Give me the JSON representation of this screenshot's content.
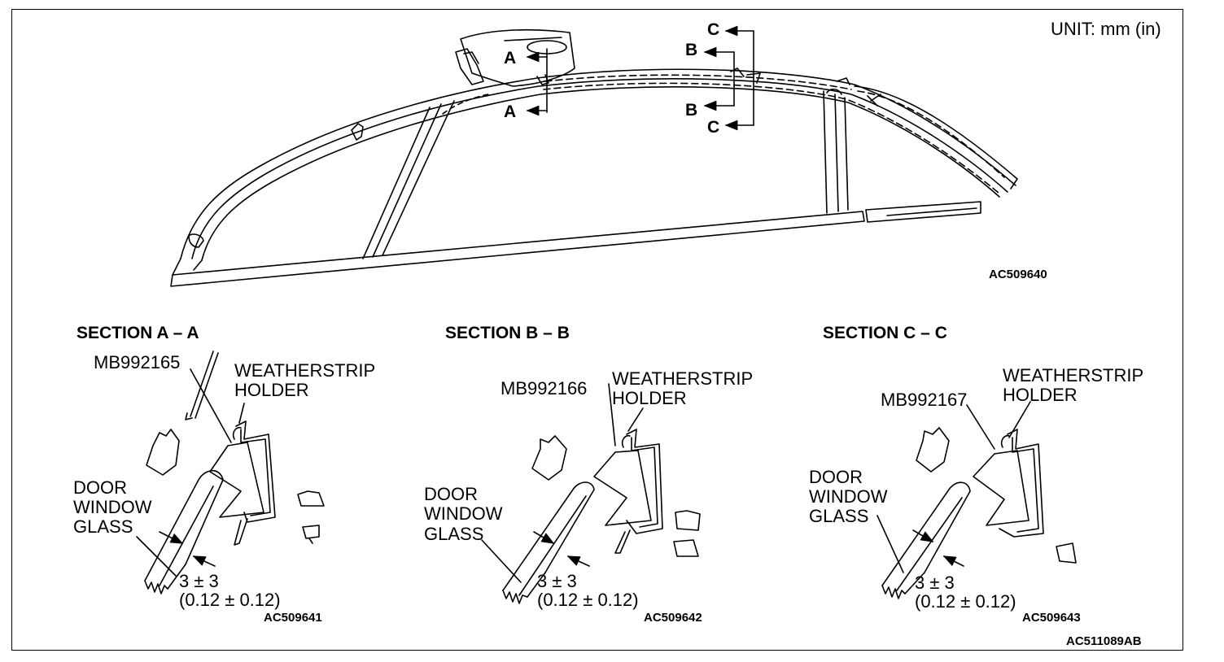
{
  "unit_label": "UNIT: mm (in)",
  "overview": {
    "code": "AC509640",
    "markers": {
      "a": "A",
      "b": "B",
      "c": "C"
    }
  },
  "sections": [
    {
      "title": "SECTION A – A",
      "tool": "MB992165",
      "holder_line1": "WEATHERSTRIP",
      "holder_line2": "HOLDER",
      "glass_line1": "DOOR",
      "glass_line2": "WINDOW",
      "glass_line3": "GLASS",
      "dim_mm": "3 ± 3",
      "dim_in": "(0.12 ± 0.12)",
      "code": "AC509641"
    },
    {
      "title": "SECTION B – B",
      "tool": "MB992166",
      "holder_line1": "WEATHERSTRIP",
      "holder_line2": "HOLDER",
      "glass_line1": "DOOR",
      "glass_line2": "WINDOW",
      "glass_line3": "GLASS",
      "dim_mm": "3 ± 3",
      "dim_in": "(0.12 ± 0.12)",
      "code": "AC509642"
    },
    {
      "title": "SECTION C – C",
      "tool": "MB992167",
      "holder_line1": "WEATHERSTRIP",
      "holder_line2": "HOLDER",
      "glass_line1": "DOOR",
      "glass_line2": "WINDOW",
      "glass_line3": "GLASS",
      "dim_mm": "3 ± 3",
      "dim_in": "(0.12 ± 0.12)",
      "code": "AC509643"
    }
  ],
  "figure_code": "AC511089AB"
}
